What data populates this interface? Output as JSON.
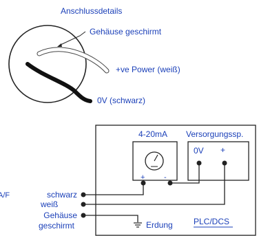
{
  "top": {
    "title": "Anschlussdetails",
    "shield_label": "Gehäuse geschirmt",
    "power_label": "+ve Power (weiß)",
    "zero_label": "0V (schwarz)"
  },
  "schematic": {
    "meter_title": "4-20mA",
    "supply_title": "Versorgungssp.",
    "zero_terminal": "0V",
    "plus_terminal": "+",
    "meter_plus": "+",
    "meter_minus": "-",
    "left_code": "A/F",
    "wire_black": "schwarz",
    "wire_white": "weiß",
    "wire_shield_1": "Gehäuse",
    "wire_shield_2": "geschirmt",
    "earth_label": "Erdung",
    "plc_label": "PLC/DCS"
  },
  "colors": {
    "text_blue": "#1a3fb8",
    "line": "#222222",
    "cable_black": "#111111"
  }
}
